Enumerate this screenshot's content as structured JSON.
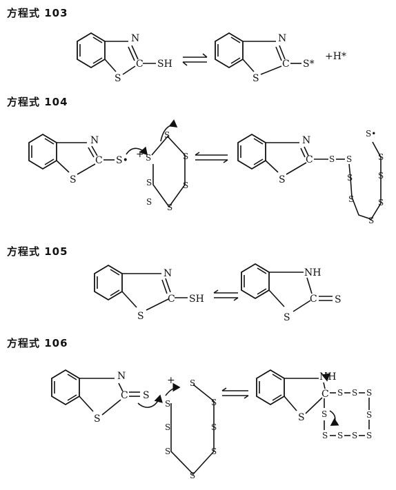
{
  "equations": [
    {
      "label": "方程式 103"
    },
    {
      "label": "方程式 104"
    },
    {
      "label": "方程式 105"
    },
    {
      "label": "方程式 106"
    }
  ],
  "atoms": {
    "N": "N",
    "S": "S",
    "NH": "NH",
    "SH": "SH",
    "S_radical": "S*",
    "S_dot": "S•",
    "plus": "+",
    "plus_H_radical": "+H*"
  }
}
